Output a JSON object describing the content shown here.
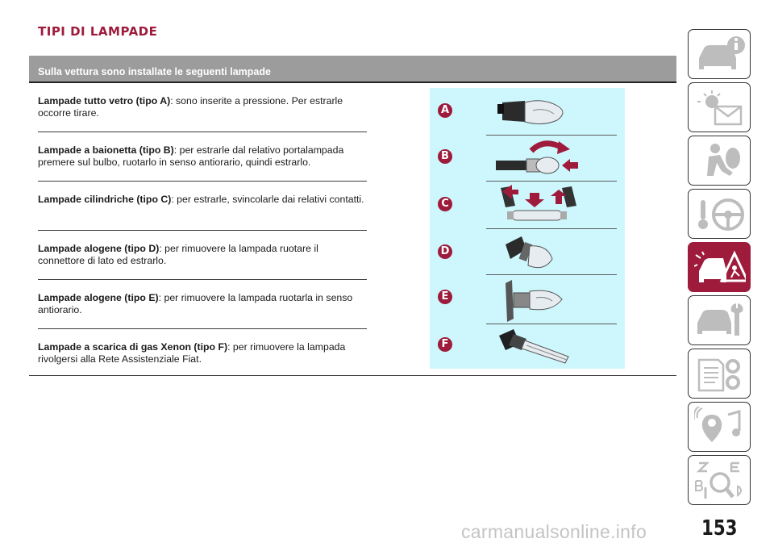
{
  "section_title": "TIPI DI LAMPADE",
  "table_header": "Sulla vettura sono installate le seguenti lampade",
  "rows": [
    {
      "bold": "Lampade tutto vetro (tipo A)",
      "text": ": sono inserite a pressione. Per estrarle occorre tirare."
    },
    {
      "bold": "Lampade a baionetta (tipo B)",
      "text": ": per estrarle dal relativo portalampada premere sul bulbo, ruotarlo in senso antiorario, quindi estrarlo."
    },
    {
      "bold": "Lampade cilindriche (tipo C)",
      "text": ": per estrarle, svincolarle dai relativi contatti."
    },
    {
      "bold": "Lampade alogene (tipo D)",
      "text": ": per rimuovere la lampada ruotare il connettore di lato ed estrarlo."
    },
    {
      "bold": "Lampade alogene (tipo E)",
      "text": ": per rimuovere la lampada ruotarla in senso antiorario."
    },
    {
      "bold": "Lampade a scarica di gas Xenon (tipo F)",
      "text": ": per rimuovere la lampada rivolgersi alla Rete Assistenziale Fiat."
    }
  ],
  "figure_labels": [
    "A",
    "B",
    "C",
    "D",
    "E",
    "F"
  ],
  "sidebar_icons": [
    "car-info-icon",
    "warning-lights-icon",
    "safety-airbag-icon",
    "steering-key-icon",
    "emergency-car-icon",
    "maintenance-car-icon",
    "technical-data-icon",
    "multimedia-icon",
    "index-icon"
  ],
  "active_tab": "emergency-car-icon",
  "page_number": "153",
  "watermark": "carmanualsonline.info",
  "colors": {
    "accent": "#9e1b3c",
    "header_bg": "#9c9c9c",
    "figure_bg": "#cdf7fd"
  }
}
